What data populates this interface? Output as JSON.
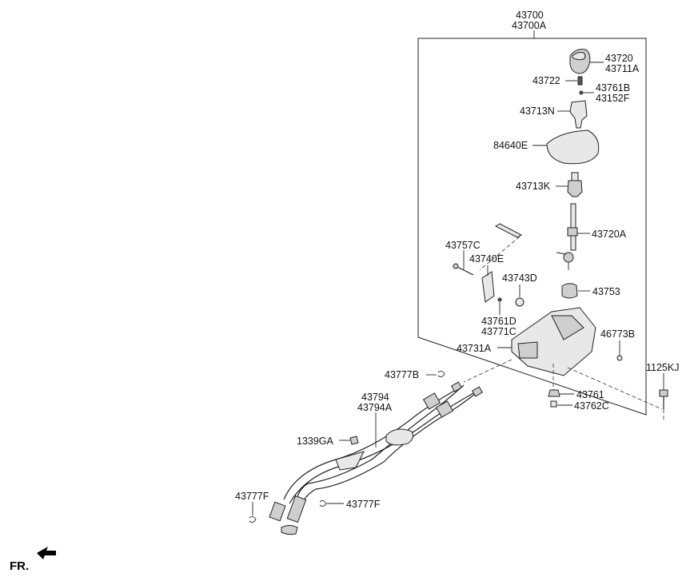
{
  "labels": {
    "assy_main": "43700",
    "assy_alt": "43700A",
    "knob": "43720",
    "knob_alt": "43711A",
    "spring": "43722",
    "pin": "43761B",
    "pin_alt": "43152F",
    "boot_upper": "43713N",
    "cover": "84640E",
    "boot_lower": "43713K",
    "lever": "43720A",
    "bolt_c": "43757C",
    "bracket_e": "43740E",
    "washer_d": "43743D",
    "bushing": "43753",
    "pin_d": "43761D",
    "pin_c": "43771C",
    "clip": "46773B",
    "housing": "43731A",
    "bolt_kj": "1125KJ",
    "clip_b": "43777B",
    "nut": "43761",
    "collar": "43762C",
    "cable": "43794",
    "cable_alt": "43794A",
    "bolt_ga": "1339GA",
    "clip_f_left": "43777F",
    "clip_f_right": "43777F"
  },
  "direction": "FR."
}
